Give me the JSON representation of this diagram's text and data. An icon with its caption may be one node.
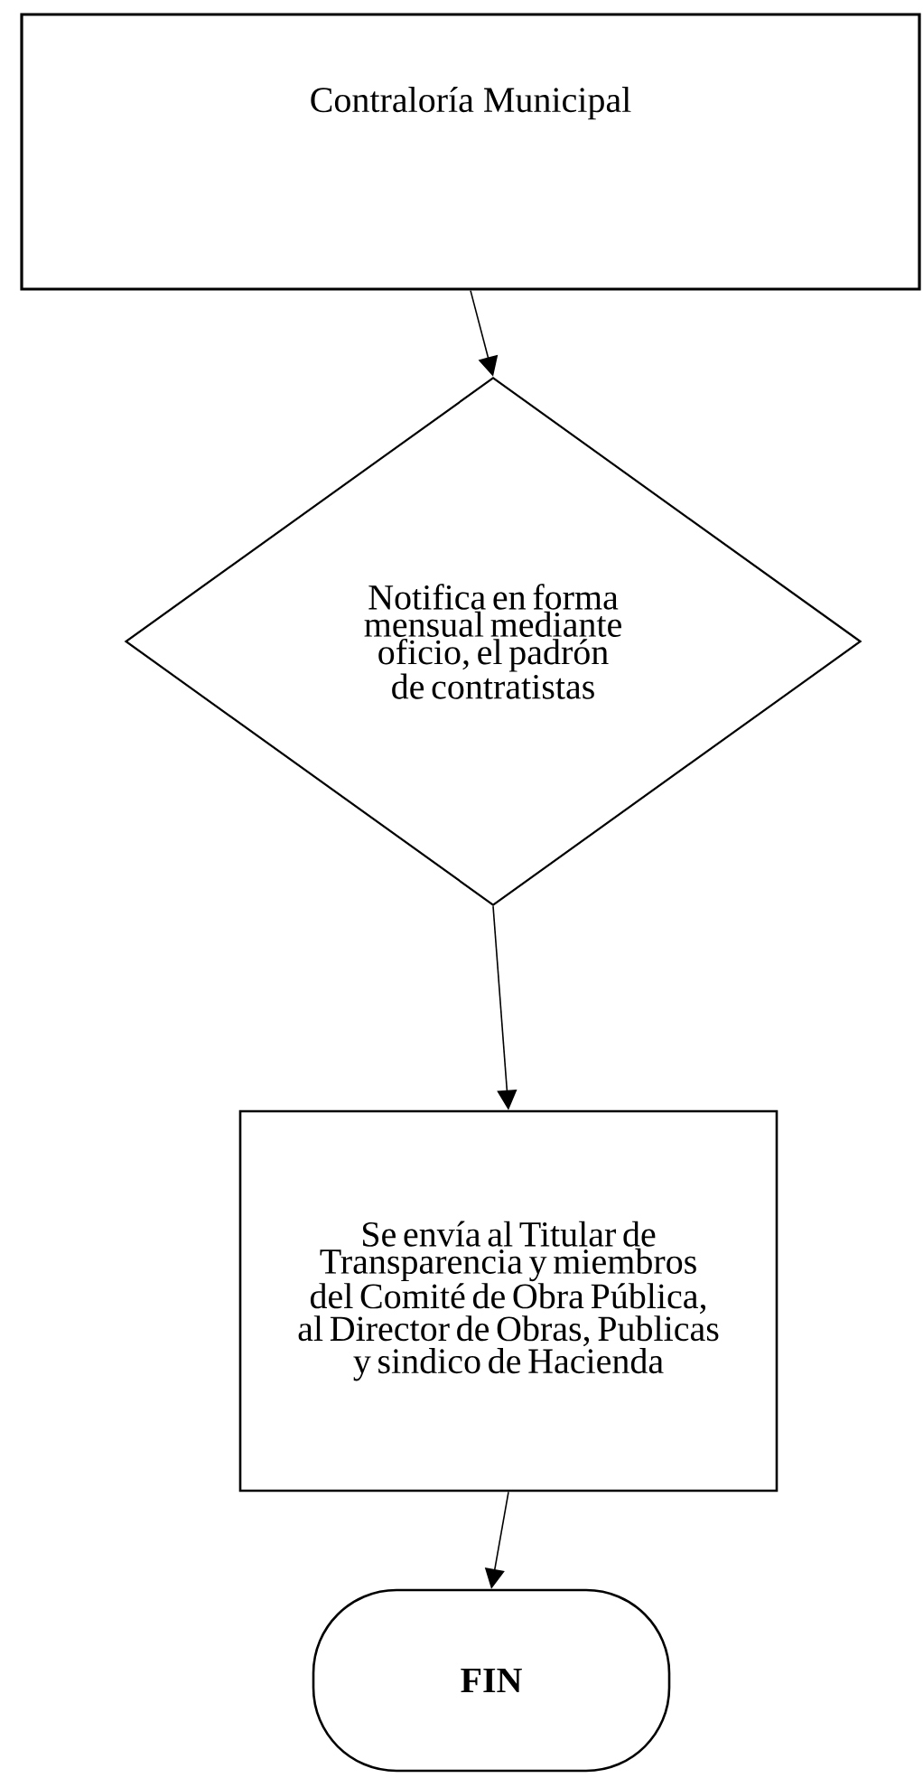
{
  "diagram": {
    "nodes": [
      {
        "text": [
          "Contraloría Municipal"
        ]
      },
      {
        "text": [
          "Notifica en forma mensual mediante oficio, el padrón de contratistas"
        ]
      },
      {
        "text": [
          "Se envía al Titular de Transparencia y miembros del Comité de Obra Pública, al Director de Obras, Publicas y sindico de Hacienda"
        ]
      },
      {
        "text": [
          "FIN"
        ]
      }
    ],
    "edges": [
      {
        "from": 0,
        "to": 1,
        "arrow": "to"
      },
      {
        "from": 1,
        "to": 2,
        "arrow": "to"
      },
      {
        "from": 2,
        "to": 3,
        "arrow": "to"
      }
    ]
  }
}
